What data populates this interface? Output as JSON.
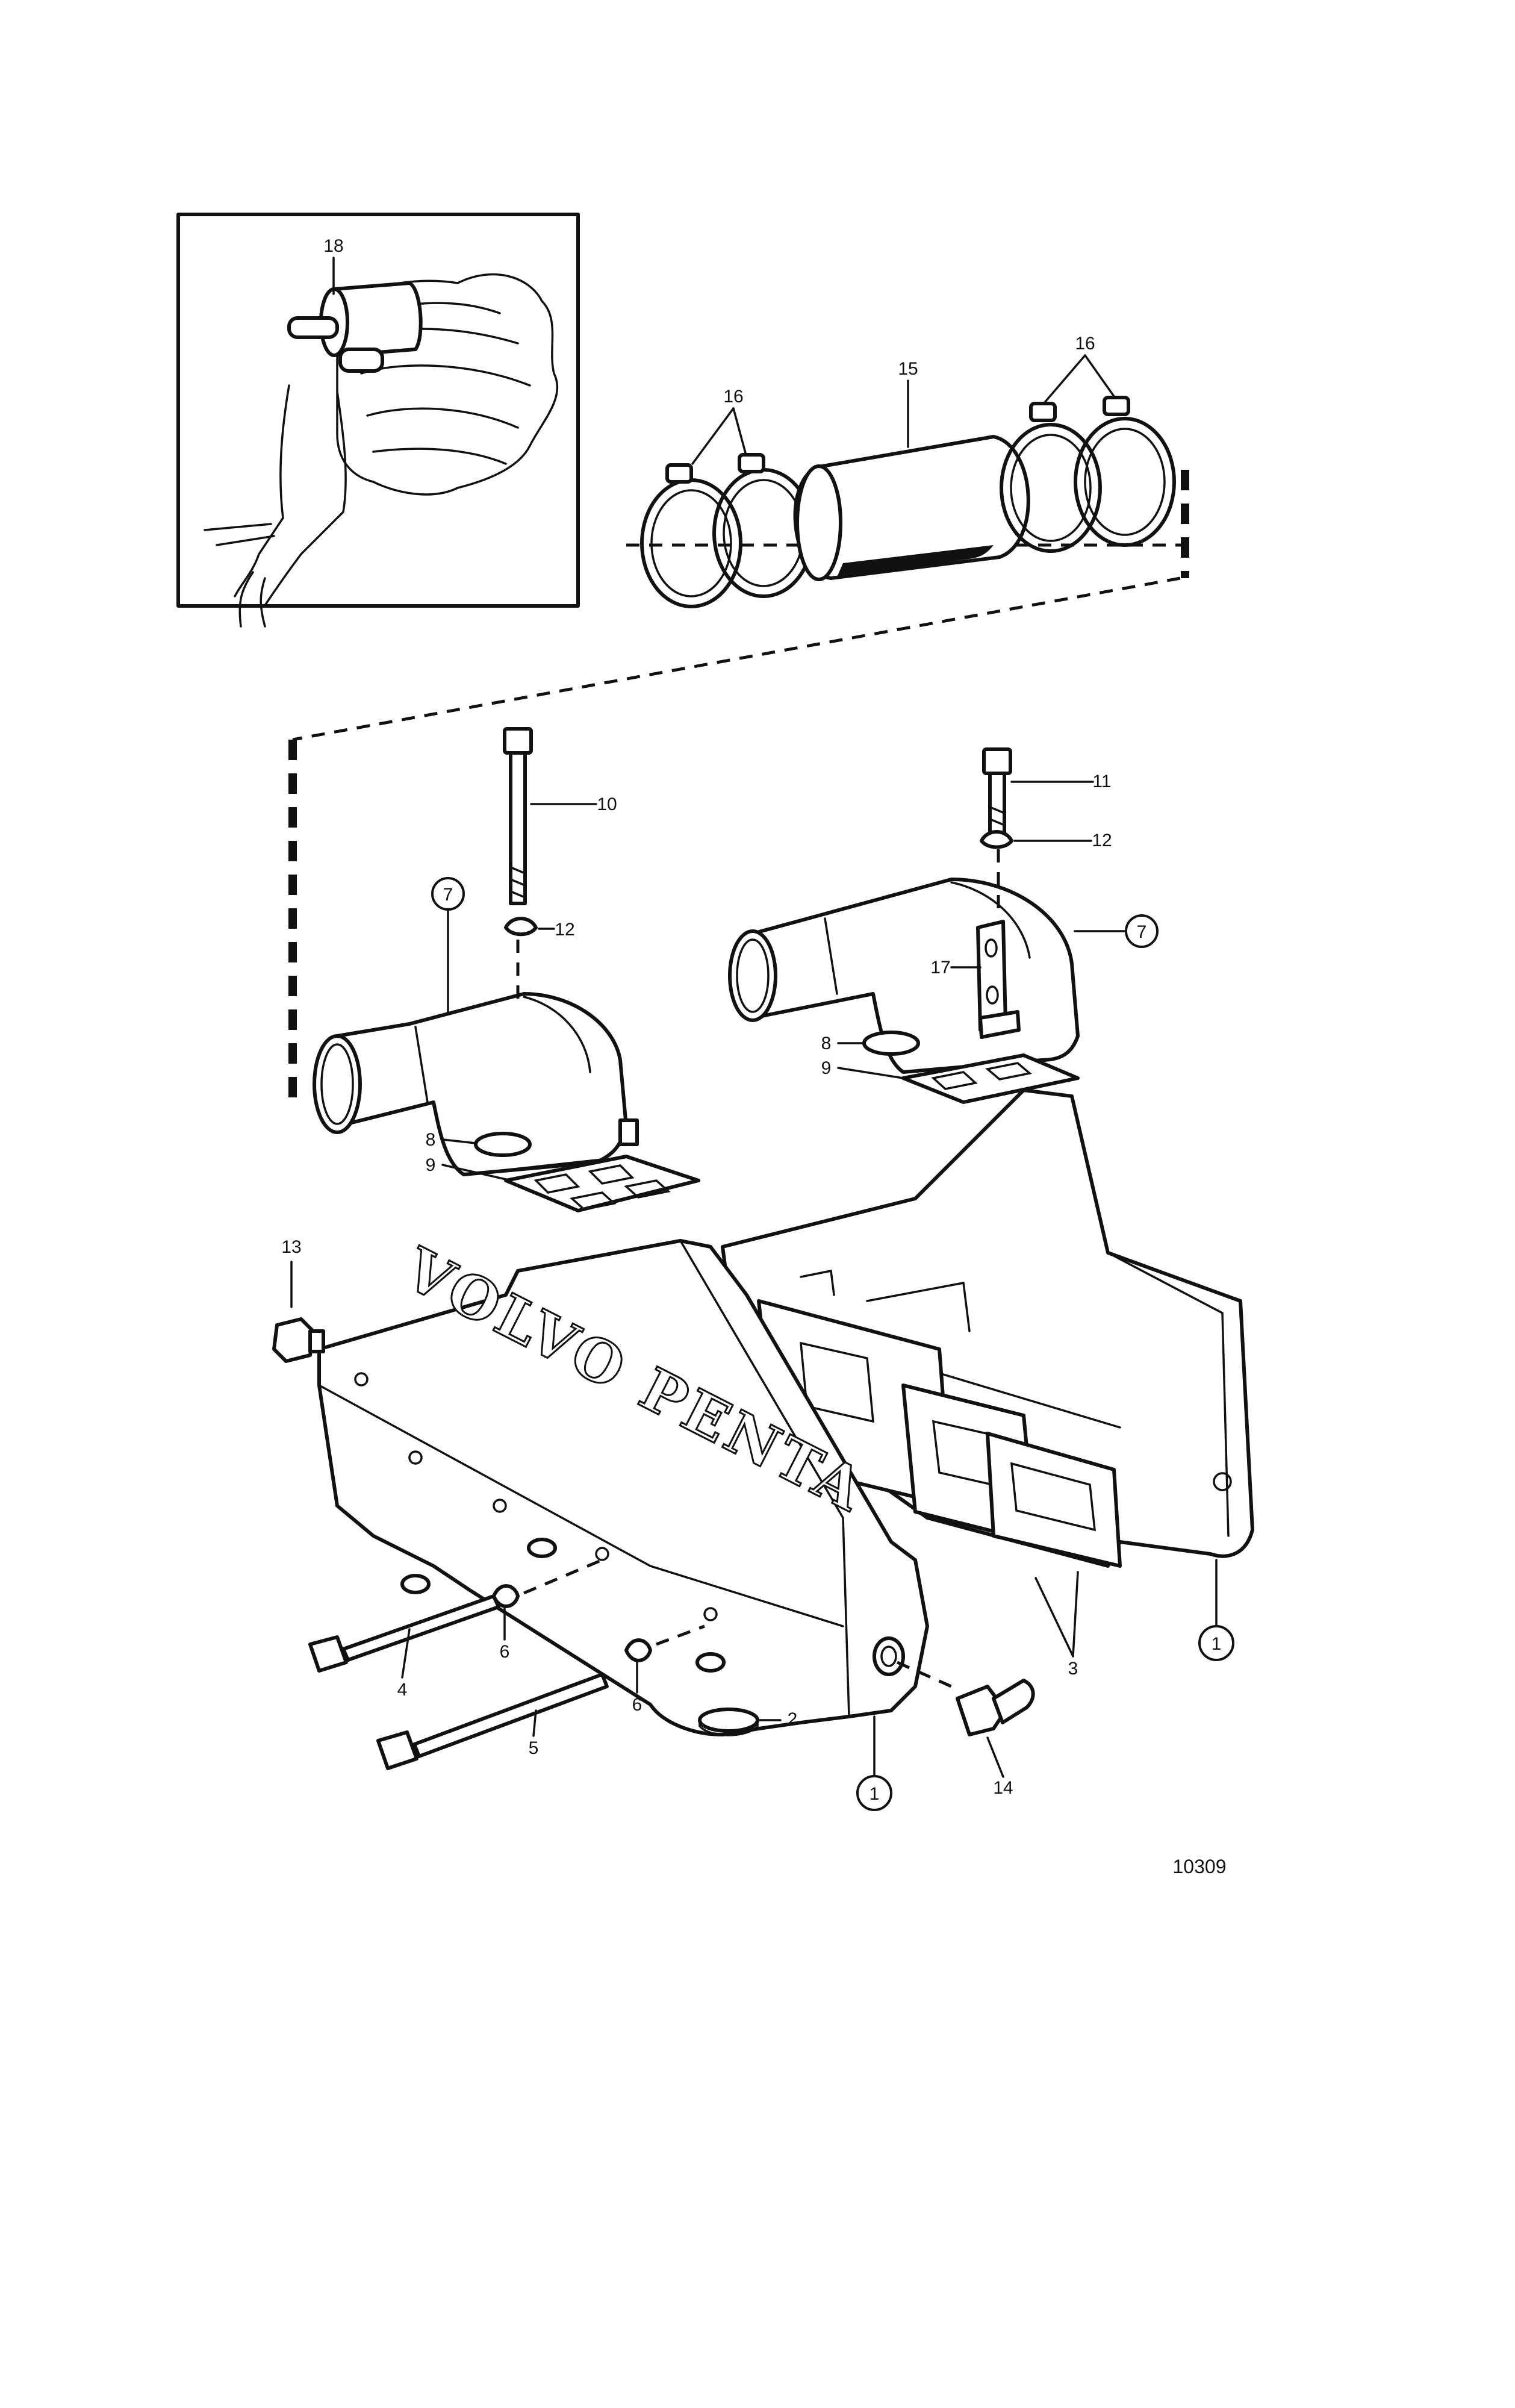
{
  "diagram": {
    "brand_text": "VOLVO PENTA",
    "figure_number": "10309",
    "callouts": {
      "c1a": "1",
      "c1b": "1",
      "c2": "2",
      "c3": "3",
      "c4": "4",
      "c5": "5",
      "c6a": "6",
      "c6b": "6",
      "c7a": "7",
      "c7b": "7",
      "c8a": "8",
      "c8b": "8",
      "c9a": "9",
      "c9b": "9",
      "c10": "10",
      "c11": "11",
      "c12a": "12",
      "c12b": "12",
      "c13": "13",
      "c14": "14",
      "c15": "15",
      "c16a": "16",
      "c16b": "16",
      "c17": "17",
      "c18": "18"
    }
  }
}
